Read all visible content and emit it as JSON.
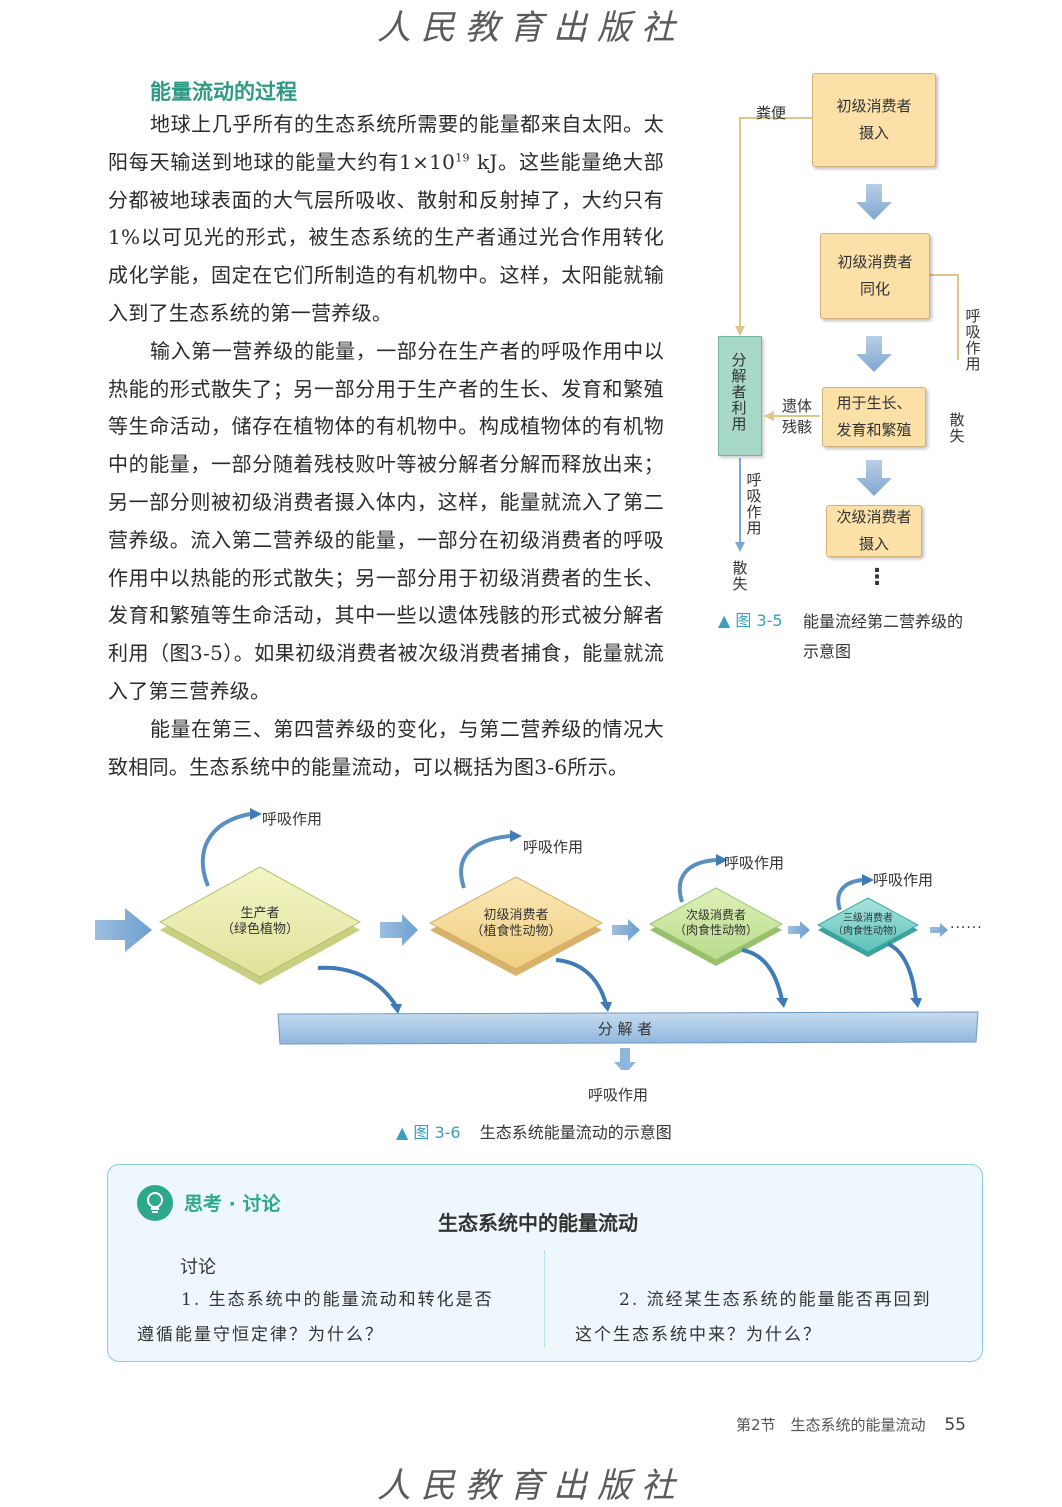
{
  "publisher": "人民教育出版社",
  "section_title": "能量流动的过程",
  "paragraphs": [
    {
      "before_sup": "地球上几乎所有的生态系统所需要的能量都来自太阳。太阳每天输送到地球的能量大约有1×10",
      "sup": "19",
      "after_sup": " kJ。这些能量绝大部分都被地球表面的大气层所吸收、散射和反射掉了，大约只有1%以可见光的形式，被生态系统的生产者通过光合作用转化成化学能，固定在它们所制造的有机物中。这样，太阳能就输入到了生态系统的第一营养级。"
    },
    {
      "text": "输入第一营养级的能量，一部分在生产者的呼吸作用中以热能的形式散失了；另一部分用于生产者的生长、发育和繁殖等生命活动，储存在植物体的有机物中。构成植物体的有机物中的能量，一部分随着残枝败叶等被分解者分解而释放出来；另一部分则被初级消费者摄入体内，这样，能量就流入了第二营养级。流入第二营养级的能量，一部分在初级消费者的呼吸作用中以热能的形式散失；另一部分用于初级消费者的生长、发育和繁殖等生命活动，其中一些以遗体残骸的形式被分解者利用（图3-5）。如果初级消费者被次级消费者捕食，能量就流入了第三营养级。"
    },
    {
      "text": "能量在第三、第四营养级的变化，与第二营养级的情况大致相同。生态系统中的能量流动，可以概括为图3-6所示。"
    }
  ],
  "fig35": {
    "box_intake_1": "初级消费者",
    "box_intake_2": "摄入",
    "box_assim_1": "初级消费者",
    "box_assim_2": "同化",
    "box_growth_1": "用于生长、",
    "box_growth_2": "发育和繁殖",
    "box_secondary_1": "次级消费者",
    "box_secondary_2": "摄入",
    "decomposer": "分解者利用",
    "feces": "粪便",
    "remains_1": "遗体",
    "remains_2": "残骸",
    "respiration": "呼吸作用",
    "dissipate": "散失",
    "respiration2": "呼吸作用",
    "dissipate2": "散失",
    "ellipsis": "⋮",
    "caption_fig": "▲ 图 3-5",
    "caption_text_1": "能量流经第二营养级的",
    "caption_text_2": "示意图"
  },
  "fig36": {
    "producer_1": "生产者",
    "producer_2": "（绿色植物）",
    "primary_1": "初级消费者",
    "primary_2": "（植食性动物）",
    "secondary_1": "次级消费者",
    "secondary_2": "（肉食性动物）",
    "tertiary_1": "三级消费者",
    "tertiary_2": "（肉食性动物）",
    "respiration": "呼吸作用",
    "decomposer": "分  解  者",
    "dots": "······",
    "caption_fig": "▲ 图 3-6",
    "caption_text": "生态系统能量流动的示意图"
  },
  "discussion": {
    "badge": "思考 · 讨论",
    "title": "生态系统中的能量流动",
    "subhead": "讨论",
    "q1_line1": "1. 生态系统中的能量流动和转化是否",
    "q1_line2": "遵循能量守恒定律？为什么？",
    "q2_line1": "2. 流经某生态系统的能量能否再回到",
    "q2_line2": "这个生态系统中来？为什么？"
  },
  "footer": {
    "section": "第2节　生态系统的能量流动",
    "page": "55"
  },
  "colors": {
    "accent_green": "#2e9a83",
    "box_fill": "#fbe0a8",
    "caption_blue": "#3a9fc0"
  }
}
